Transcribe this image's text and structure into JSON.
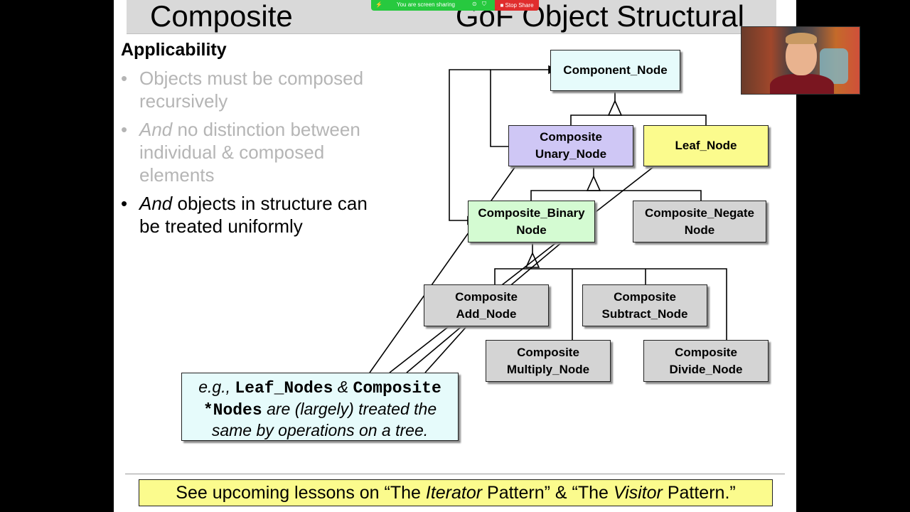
{
  "slide": {
    "title_left": "Composite",
    "title_right": "GoF Object Structural",
    "section_heading": "Applicability",
    "bullets": [
      {
        "prefix": "",
        "text": "Objects must be composed recursively"
      },
      {
        "prefix": "And",
        "text": " no distinction between individual & composed elements"
      },
      {
        "prefix": "And",
        "text": " objects in structure can be treated uniformly"
      }
    ]
  },
  "diagram": {
    "component_node": "Component_Node",
    "composite_unary": "Composite\nUnary_Node",
    "leaf_node": "Leaf_Node",
    "composite_binary": "Composite_Binary\nNode",
    "composite_negate": "Composite_Negate\nNode",
    "composite_add": "Composite\nAdd_Node",
    "composite_subtract": "Composite\nSubtract_Node",
    "composite_multiply": "Composite\nMultiply_Node",
    "composite_divide": "Composite\nDivide_Node"
  },
  "note": {
    "eg": "e.g.,",
    "leaf_nodes": "Leaf_Nodes",
    "amp": "&",
    "composite": "Composite",
    "star_nodes": "*Nodes",
    "rest1": "are (largely) treated the",
    "rest2": "same by operations on a tree."
  },
  "bottom_note": {
    "part1": "See upcoming lessons on “The ",
    "iterator": "Iterator",
    "part2": " Pattern” & “The ",
    "visitor": "Visitor",
    "part3": " Pattern.”"
  },
  "share_bar": {
    "status": "You are screen sharing",
    "stop_label": "Stop Share"
  },
  "colors": {
    "cyan_box": "#e6fbfb",
    "lavender_box": "#cfc7f5",
    "yellow_box": "#fbfb8d",
    "green_box": "#d4fbd2",
    "gray_box": "#d4d4d4",
    "share_green": "#27c93f",
    "stop_red": "#e02d2d"
  }
}
